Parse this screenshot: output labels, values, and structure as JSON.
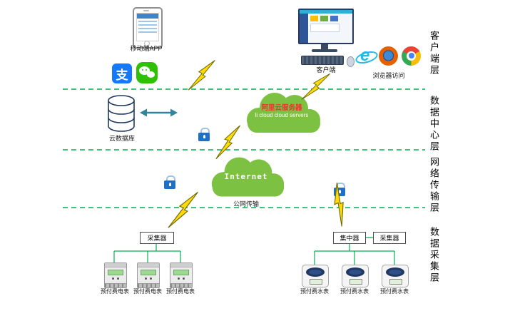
{
  "layer_labels": {
    "client": "客户端层",
    "datacenter": "数据中心层",
    "network": "网络传输层",
    "collection": "数据采集层"
  },
  "client_layer": {
    "mobile_app": "移动端APP",
    "client": "客户端",
    "browser": "浏览器访问"
  },
  "datacenter_layer": {
    "cloud_db": "云数据库",
    "ali_cloud_title": "阿里云服务器",
    "ali_cloud_sub": "li cloud  cloud servers"
  },
  "network_layer": {
    "internet": "Internet",
    "public_net": "公网传输"
  },
  "collection_layer": {
    "collector_left": "采集器",
    "concentrator": "集中器",
    "collector_right": "采集器",
    "electric_meters": [
      "预付费电表",
      "预付费电表",
      "预付费电表"
    ],
    "water_meters": [
      "预付费水表",
      "预付费水表",
      "预付费水表"
    ]
  },
  "icons": {
    "alipay_glyph": "支",
    "ie_glyph": "e"
  },
  "colors": {
    "cloud_green": "#7CC142",
    "line_green": "#00B050",
    "bolt_yellow": "#FFD90A",
    "lock_blue": "#1F6FC4",
    "ali_title_red": "#EE3333"
  }
}
